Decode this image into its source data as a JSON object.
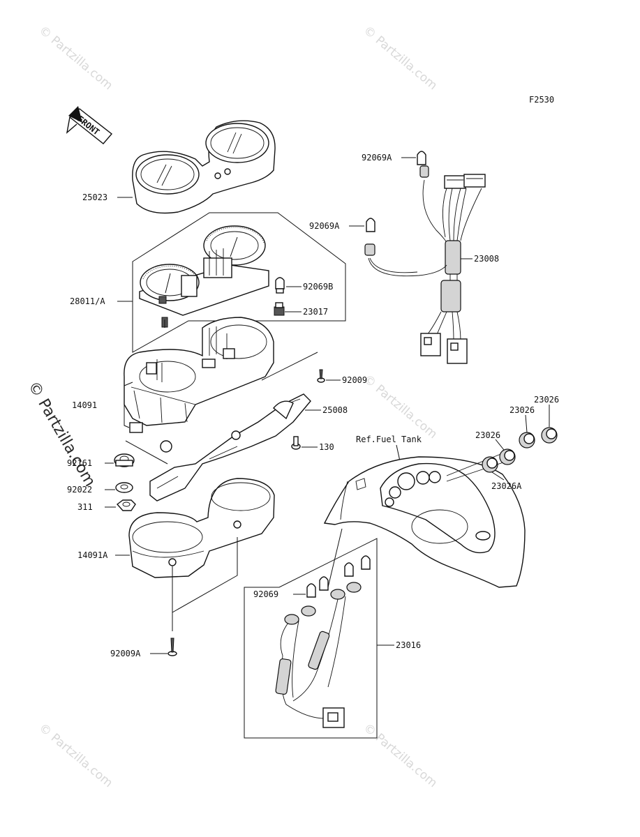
{
  "figure_code": "F2530",
  "front_label": "FRONT",
  "ref_text": "Ref.Fuel Tank",
  "watermark": "© Partzilla.com",
  "labels": {
    "p25023": "25023",
    "p92069A_top": "92069A",
    "p92069A_mid": "92069A",
    "p23008": "23008",
    "p28011A": "28011/A",
    "p92069B": "92069B",
    "p23017": "23017",
    "p92009": "92009",
    "p14091": "14091",
    "p25008": "25008",
    "p130": "130",
    "p92161": "92161",
    "p92022": "92022",
    "p311": "311",
    "p14091A": "14091A",
    "p23026_a": "23026",
    "p23026_b": "23026",
    "p23026_c": "23026",
    "p23026A": "23026A",
    "p92069": "92069",
    "p23016": "23016",
    "p92009A": "92009A"
  }
}
